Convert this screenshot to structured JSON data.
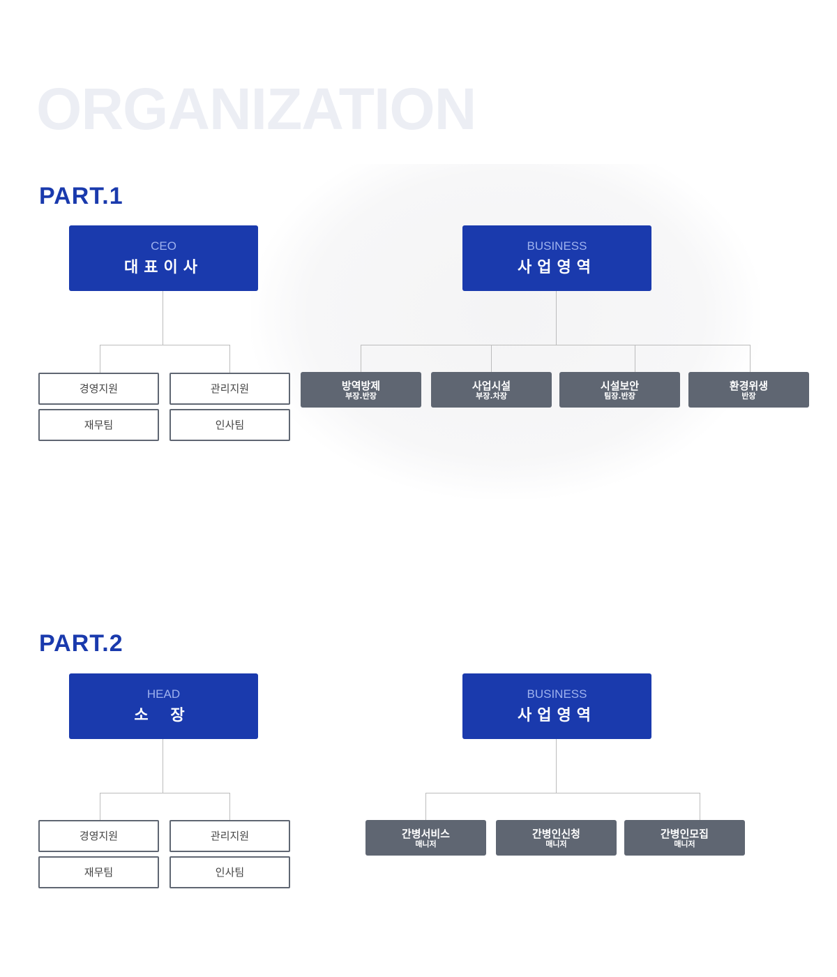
{
  "bg_title": "ORGANIZATION",
  "part1": {
    "label": "PART.1",
    "head": {
      "en": "CEO",
      "ko": "대표이사"
    },
    "business": {
      "en": "BUSINESS",
      "ko": "사업영역"
    },
    "depts": [
      "경영지원",
      "관리지원",
      "재무팀",
      "인사팀"
    ],
    "units": [
      {
        "t": "방역방제",
        "s": "부장.반장"
      },
      {
        "t": "사업시설",
        "s": "부장.차장"
      },
      {
        "t": "시설보안",
        "s": "팀장.반장"
      },
      {
        "t": "환경위생",
        "s": "반장"
      }
    ]
  },
  "part2": {
    "label": "PART.2",
    "head": {
      "en": "HEAD",
      "ko": "소 장"
    },
    "business": {
      "en": "BUSINESS",
      "ko": "사업영역"
    },
    "depts": [
      "경영지원",
      "관리지원",
      "재무팀",
      "인사팀"
    ],
    "units": [
      {
        "t": "간병서비스",
        "s": "매니저"
      },
      {
        "t": "간병인신청",
        "s": "매니저"
      },
      {
        "t": "간병인모집",
        "s": "매니저"
      }
    ]
  }
}
